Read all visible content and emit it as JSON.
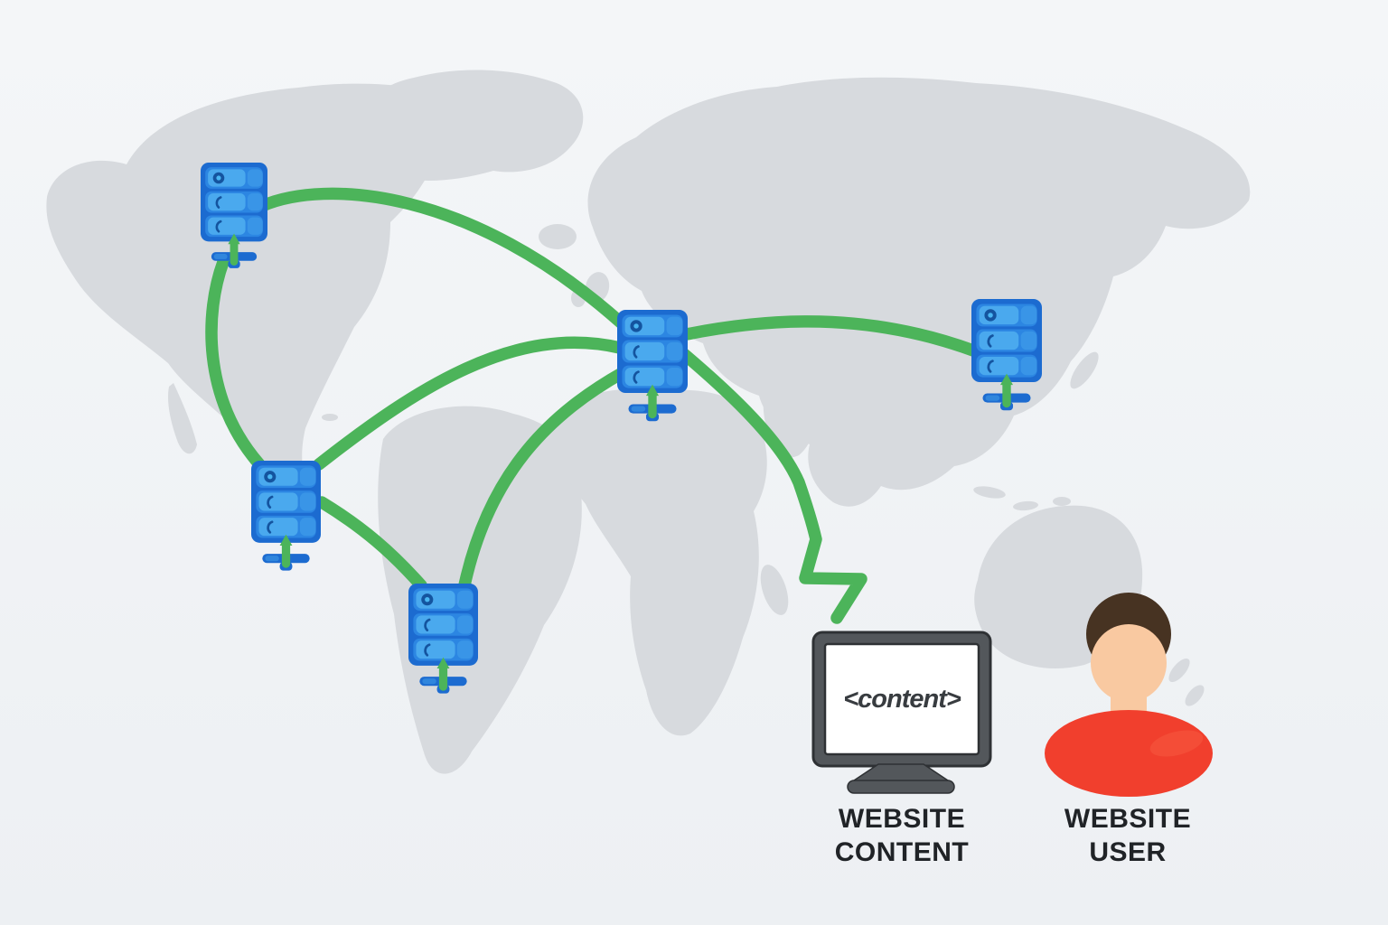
{
  "theme": {
    "bg-top": "#f4f6f8",
    "bg-bottom": "#edf0f3",
    "map": "#d7dade",
    "green": "#4cb45a",
    "server-border": "#1c6bd0",
    "server-slab": "#2c86e2",
    "server-highlight": "#4aa9ee",
    "server-mark": "#14549f",
    "server-mark-light": "#49b6f2",
    "monitor-frame": "#53575b",
    "monitor-outline": "#2e3134",
    "screen": "#ffffff",
    "skin": "#f9c9a1",
    "skin-shadow": "#f0b98d",
    "hair": "#473322",
    "shirt": "#f13f2d",
    "shirt-highlight": "#f75b42",
    "label": "#202327",
    "screen-text": "#383c40"
  },
  "diagram": {
    "monitor": {
      "screen_text": "<content>",
      "label": [
        "WEBSITE",
        "CONTENT"
      ]
    },
    "user": {
      "label": [
        "WEBSITE",
        "USER"
      ]
    },
    "servers": [
      {
        "id": "server-north-america"
      },
      {
        "id": "server-central-america"
      },
      {
        "id": "server-south-america"
      },
      {
        "id": "server-europe-africa"
      },
      {
        "id": "server-asia"
      }
    ],
    "connections": [
      {
        "from": "server-north-america",
        "to": "server-europe-africa"
      },
      {
        "from": "server-north-america",
        "to": "server-central-america"
      },
      {
        "from": "server-central-america",
        "to": "server-europe-africa"
      },
      {
        "from": "server-central-america",
        "to": "server-south-america"
      },
      {
        "from": "server-europe-africa",
        "to": "server-south-america"
      },
      {
        "from": "server-europe-africa",
        "to": "server-asia"
      },
      {
        "from": "server-europe-africa",
        "to": "website-content-monitor"
      }
    ]
  }
}
